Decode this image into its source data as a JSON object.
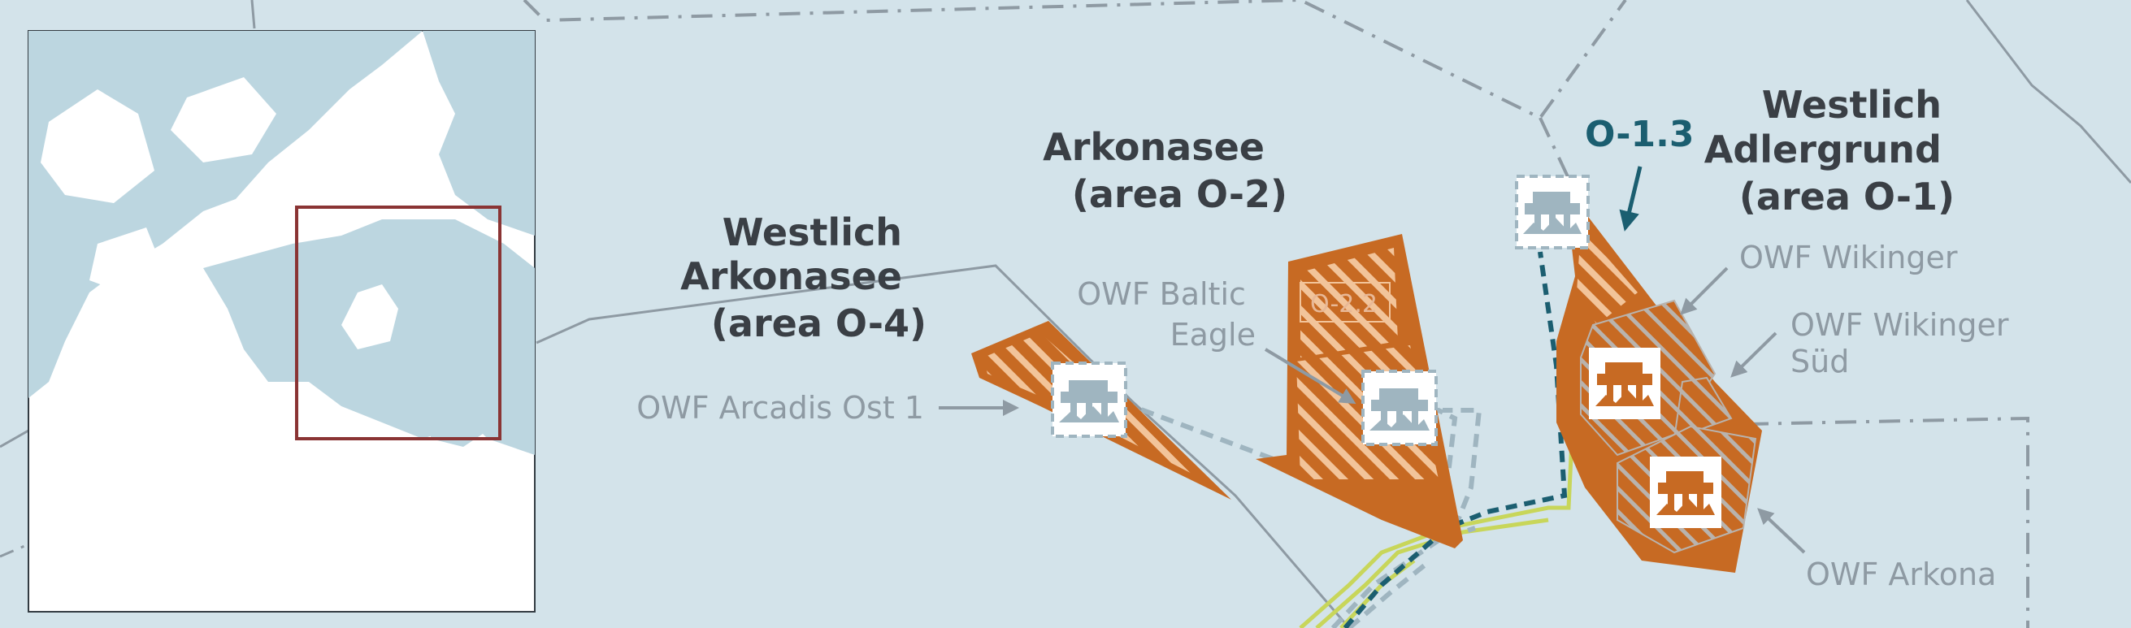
{
  "colors": {
    "sea": "#d3e3ea",
    "land": "#ffffff",
    "inset_sea": "#bcd6e0",
    "wind_area": "#c76a23",
    "hatch": "#f2c49a",
    "eez_boundary": "#8e9aa3",
    "cable_dark": "#1b5e70",
    "cable_grey": "#9fb5c0",
    "cable_green": "#c8d65a",
    "inset_frame": "#8a3434",
    "title_text": "#3a3f45",
    "owf_text": "#8e9aa3",
    "zone_text": "#1b5e70"
  },
  "areas": {
    "o4": {
      "line1": "Westlich",
      "line2": "Arkonasee",
      "line3": "(area O-4)"
    },
    "o2": {
      "line1": "Arkonasee",
      "line2": "(area O-2)"
    },
    "o1": {
      "line1": "Westlich",
      "line2": "Adlergrund",
      "line3": "(area O-1)"
    }
  },
  "zone_o13": "O-1.3",
  "sub_o22": "O-2.2",
  "owf": {
    "arcadis": "OWF Arcadis Ost 1",
    "baltic_line1": "OWF Baltic",
    "baltic_line2": "Eagle",
    "wikinger": "OWF Wikinger",
    "wikinger_sud_line1": "OWF Wikinger",
    "wikinger_sud_line2": "Süd",
    "arkona": "OWF Arkona"
  },
  "icons": {
    "platform_planned": "offshore-platform-planned-icon",
    "platform_existing": "offshore-platform-existing-icon",
    "arrow": "pointer-arrow-icon"
  }
}
